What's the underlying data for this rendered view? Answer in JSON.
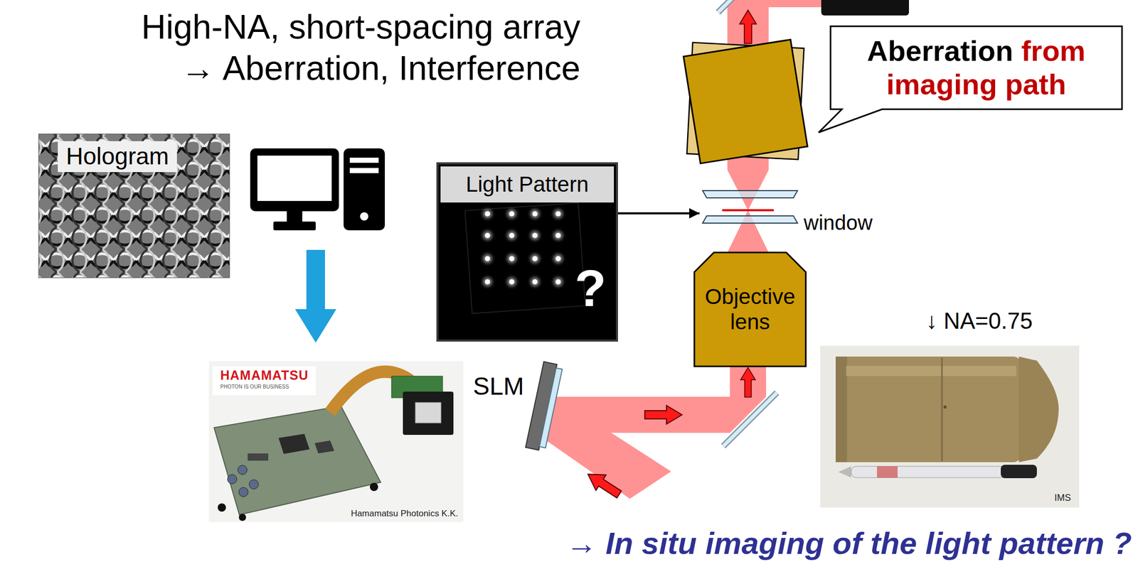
{
  "diagram": {
    "caption": "→ In situ imaging of the light pattern ?",
    "nodes": [
      {
        "text": [
          "Hologram"
        ]
      },
      {
        "text": [
          "Light Pattern",
          "?"
        ]
      },
      {
        "text": [
          "Aberration",
          "from imaging path"
        ]
      },
      {
        "text": [
          "window"
        ]
      },
      {
        "text": [
          "Objective lens"
        ]
      },
      {
        "text": [
          "HAMAMATSU",
          "PHOTON IS OUR BUSINESS",
          "Hamamatsu Photonics K.K."
        ]
      },
      {
        "text": [
          "IMS"
        ]
      }
    ],
    "edges": [
      {
        "from": 1,
        "to": 3,
        "arrow": "to"
      }
    ],
    "labels": [
      "High-NA, short-spacing array",
      "→ Aberration, Interference",
      "SLM",
      "↓ NA=0.75"
    ]
  }
}
